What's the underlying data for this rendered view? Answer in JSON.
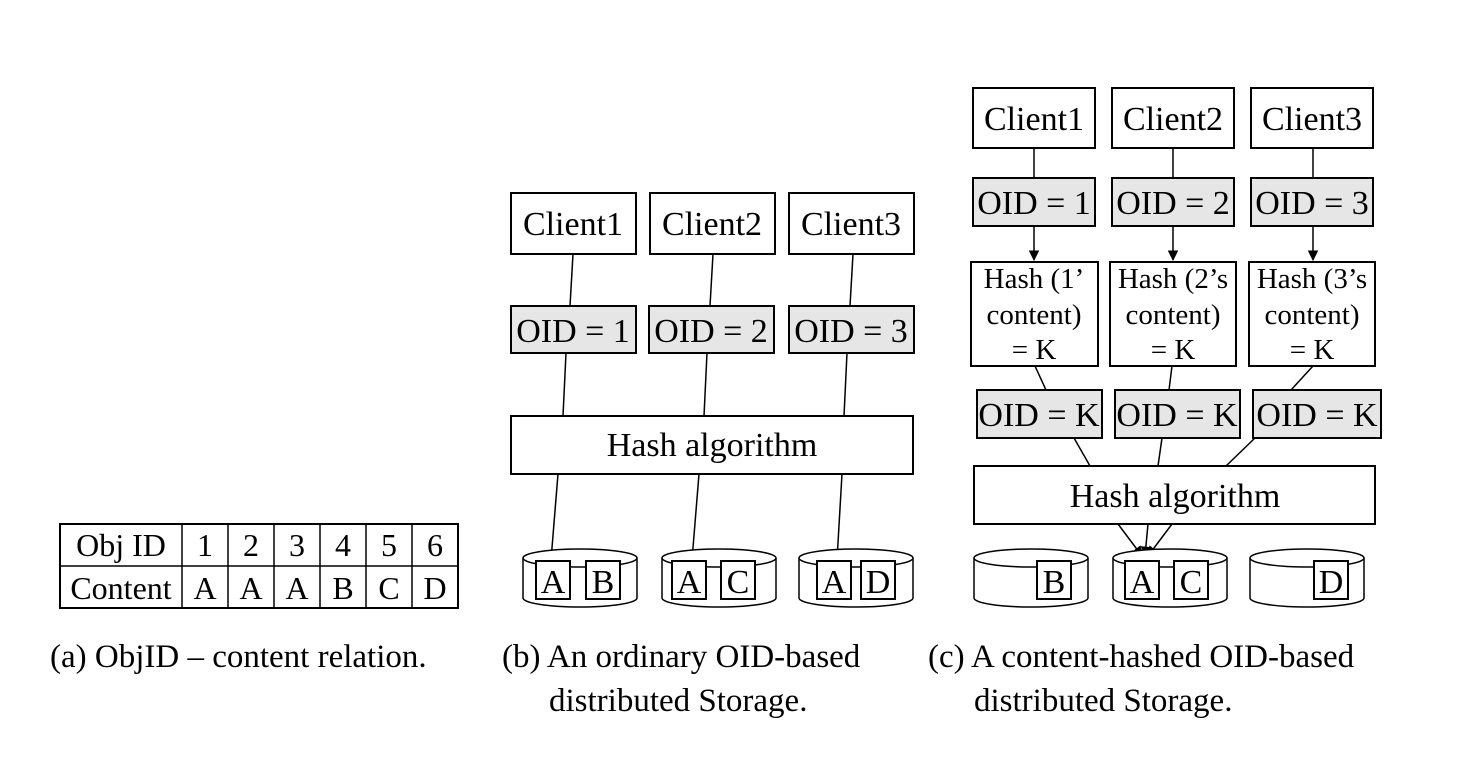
{
  "table": {
    "header_label": "Obj ID",
    "content_label": "Content",
    "ids": [
      "1",
      "2",
      "3",
      "4",
      "5",
      "6"
    ],
    "contents": [
      "A",
      "A",
      "A",
      "B",
      "C",
      "D"
    ]
  },
  "panel_b": {
    "clients": [
      "Client1",
      "Client2",
      "Client3"
    ],
    "oids": [
      "OID = 1",
      "OID = 2",
      "OID = 3"
    ],
    "hash": "Hash algorithm",
    "storages": [
      [
        "A",
        "B"
      ],
      [
        "A",
        "C"
      ],
      [
        "A",
        "D"
      ]
    ]
  },
  "panel_c": {
    "clients": [
      "Client1",
      "Client2",
      "Client3"
    ],
    "oids": [
      "OID = 1",
      "OID = 2",
      "OID = 3"
    ],
    "hash_boxes": [
      [
        "Hash (1’",
        "content)",
        "= K"
      ],
      [
        "Hash (2’s",
        "content)",
        "= K"
      ],
      [
        "Hash (3’s",
        "content)",
        "= K"
      ]
    ],
    "oid_k": [
      "OID = K",
      "OID = K",
      "OID = K"
    ],
    "hash": "Hash algorithm",
    "storages": [
      [
        "B"
      ],
      [
        "A",
        "C"
      ],
      [
        "D"
      ]
    ]
  },
  "captions": {
    "a": [
      "(a) ObjID – content relation."
    ],
    "b": [
      "(b) An ordinary OID-based",
      "distributed Storage."
    ],
    "c": [
      "(c) A content-hashed OID-based",
      "distributed Storage."
    ]
  }
}
